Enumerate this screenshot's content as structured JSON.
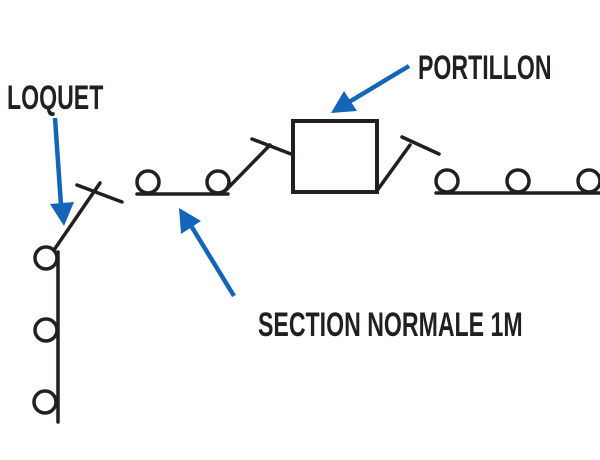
{
  "diagram": {
    "title": "fence-assembly-diagram",
    "labels": {
      "latch": "LOQUET",
      "gate": "PORTILLON",
      "normal_section": "SECTION NORMALE 1M"
    },
    "colors": {
      "line": "#231f20",
      "arrow": "#1464b9",
      "background": "#ffffff"
    }
  }
}
